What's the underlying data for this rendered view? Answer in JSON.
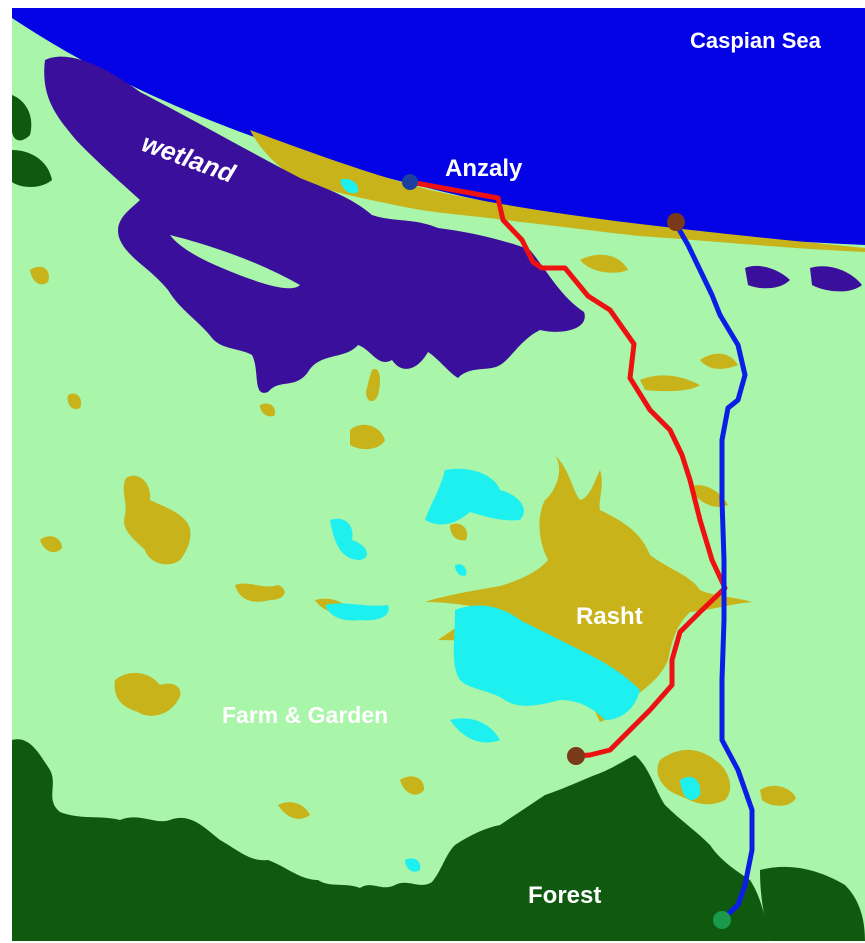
{
  "labels": {
    "sea": "Caspian Sea",
    "wetland": "wetland",
    "port": "Anzaly",
    "city": "Rasht",
    "farmland": "Farm & Garden",
    "forest": "Forest"
  },
  "colors": {
    "sea": "#0303e6",
    "wetland": "#3a0f9c",
    "farmland": "#a9f5a9",
    "urban": "#c8b31a",
    "water_pond": "#1ef0f0",
    "forest": "#0f5a0f",
    "route_red": "#ee1111",
    "route_blue": "#0a1ee6",
    "marker_brown": "#7a3a1a",
    "marker_blue": "#1d3fa0",
    "marker_green": "#1a9a4a"
  }
}
